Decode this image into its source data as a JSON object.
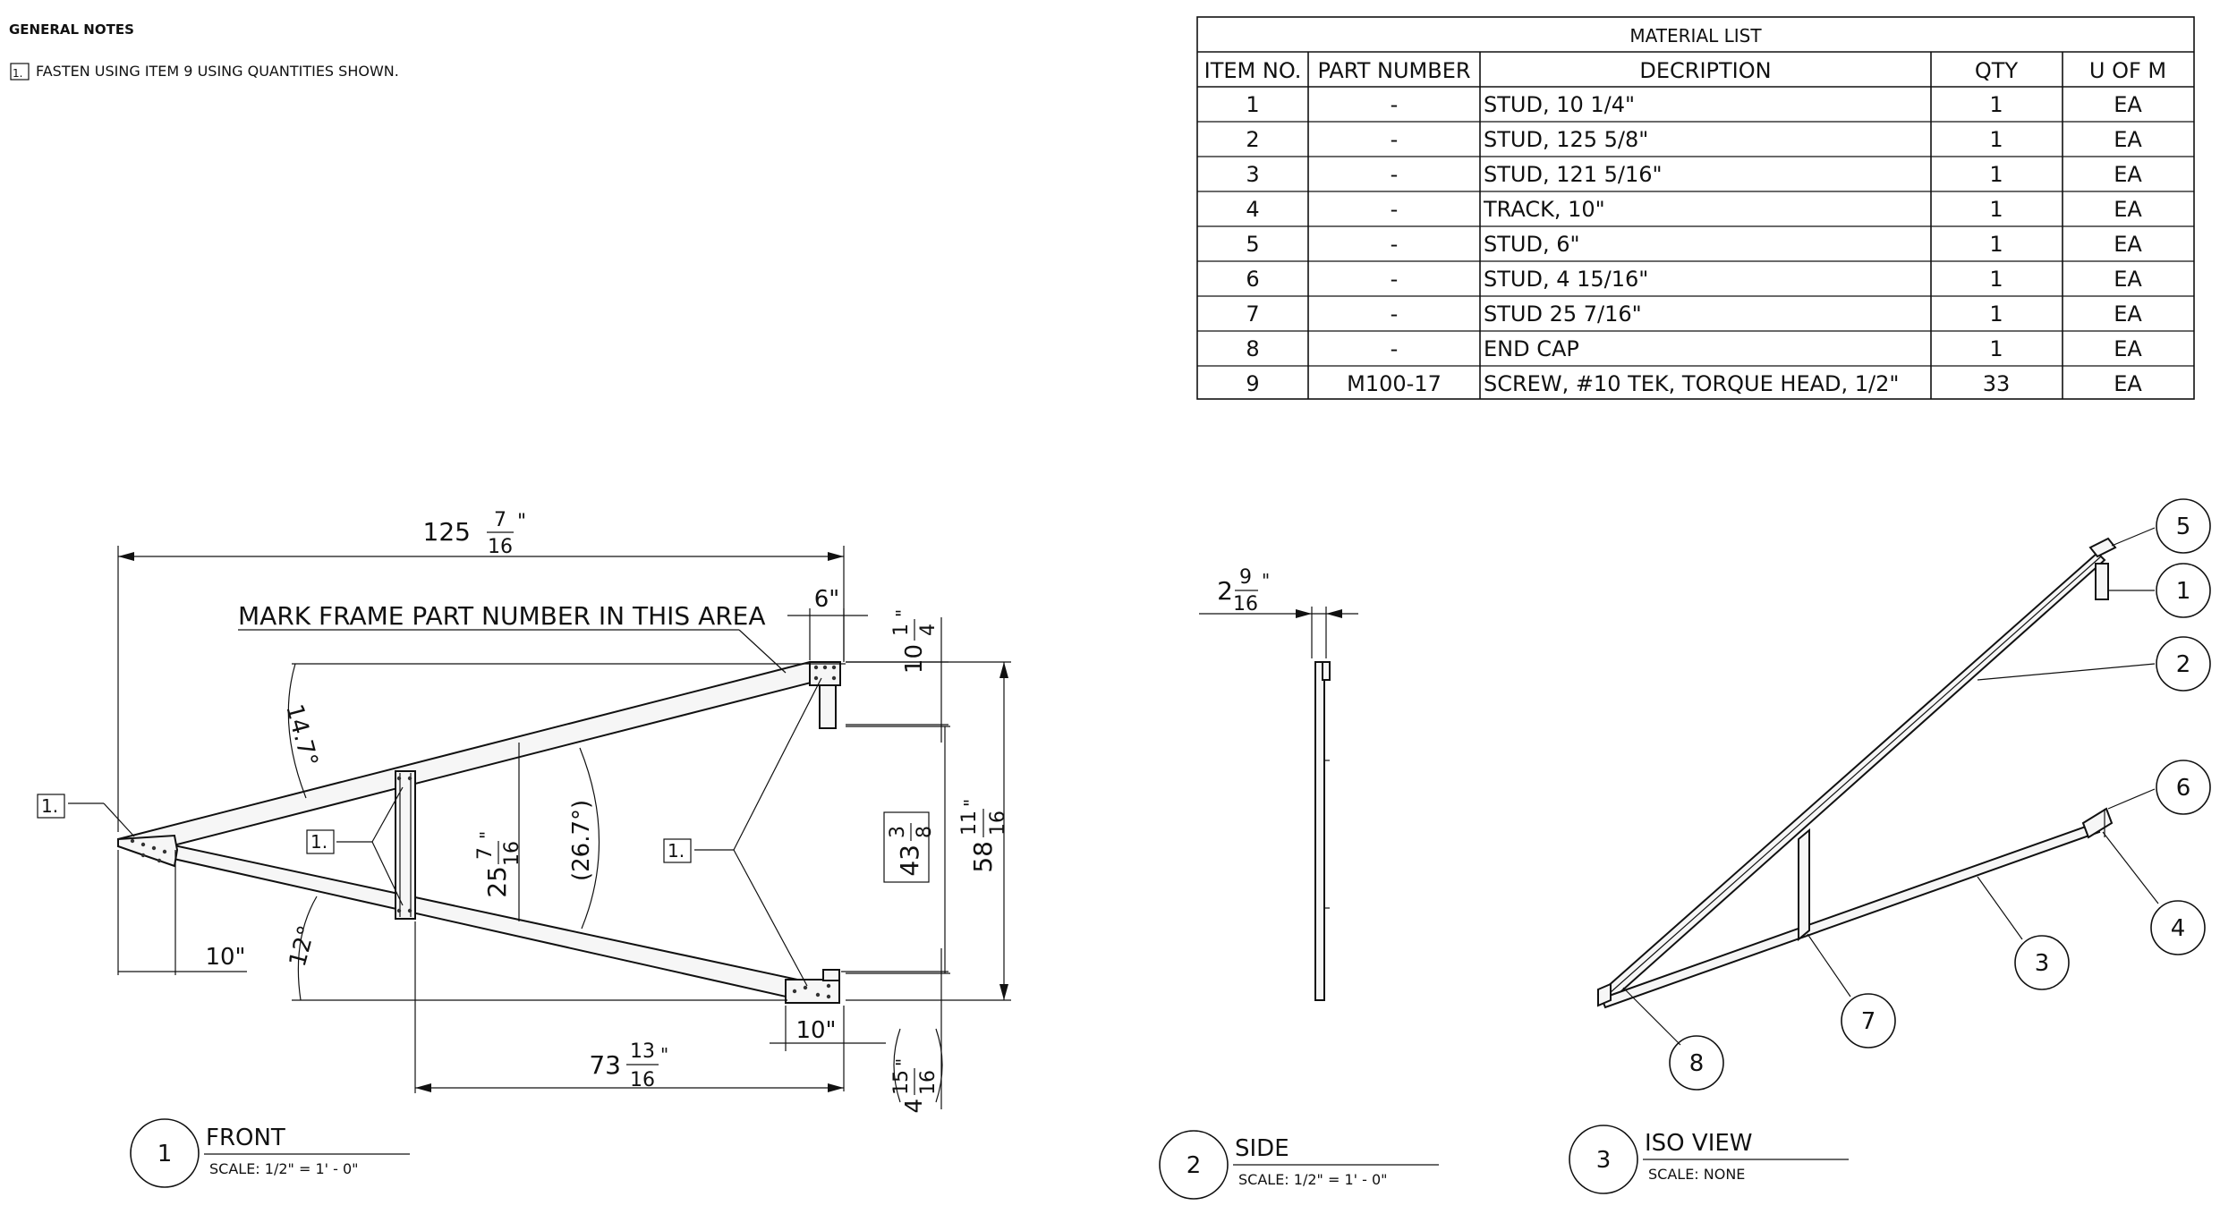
{
  "notes": {
    "title": "GENERAL NOTES",
    "items": [
      {
        "tag": "1.",
        "text": "FASTEN USING ITEM 9 USING QUANTITIES SHOWN."
      }
    ]
  },
  "material_list": {
    "title": "MATERIAL LIST",
    "headers": [
      "ITEM NO.",
      "PART NUMBER",
      "DECRIPTION",
      "QTY",
      "U OF M"
    ],
    "rows": [
      [
        "1",
        "-",
        "STUD, 10 1/4\"",
        "1",
        "EA"
      ],
      [
        "2",
        "-",
        "STUD, 125 5/8\"",
        "1",
        "EA"
      ],
      [
        "3",
        "-",
        "STUD, 121 5/16\"",
        "1",
        "EA"
      ],
      [
        "4",
        "-",
        "TRACK, 10\"",
        "1",
        "EA"
      ],
      [
        "5",
        "-",
        "STUD, 6\"",
        "1",
        "EA"
      ],
      [
        "6",
        "-",
        "STUD, 4 15/16\"",
        "1",
        "EA"
      ],
      [
        "7",
        "-",
        "STUD 25 7/16\"",
        "1",
        "EA"
      ],
      [
        "8",
        "-",
        "END CAP",
        "1",
        "EA"
      ],
      [
        "9",
        "M100-17",
        "SCREW, #10 TEK, TORQUE HEAD, 1/2\"",
        "33",
        "EA"
      ]
    ]
  },
  "front_view": {
    "mark_note": "MARK FRAME PART NUMBER IN THIS AREA",
    "note_tag": "1.",
    "dims": {
      "overall_whole": "125",
      "overall_num": "7",
      "overall_den": "16",
      "top_width": "6\"",
      "top_post_whole": "10",
      "top_post_num": "1",
      "top_post_den": "4",
      "angle_upper": "14.7°",
      "angle_middle": "(26.7°)",
      "angle_lower": "12°",
      "brace_whole": "25",
      "brace_num": "7",
      "brace_den": "16",
      "inner_whole": "43",
      "inner_num": "3",
      "inner_den": "8",
      "outer_whole": "58",
      "outer_num": "11",
      "outer_den": "16",
      "left_offset": "10\"",
      "bottom_track": "10\"",
      "bottom_whole": "73",
      "bottom_num": "13",
      "bottom_den": "16",
      "bottom_post_whole": "4",
      "bottom_post_num": "15",
      "bottom_post_den": "16"
    },
    "label": {
      "number": "1",
      "name": "FRONT",
      "scale": "SCALE: 1/2\" = 1' - 0\""
    }
  },
  "side_view": {
    "dim_whole": "2",
    "dim_num": "9",
    "dim_den": "16",
    "label": {
      "number": "2",
      "name": "SIDE",
      "scale": "SCALE: 1/2\" = 1' - 0\""
    }
  },
  "iso_view": {
    "balloons": [
      "1",
      "2",
      "3",
      "4",
      "5",
      "6",
      "7",
      "8"
    ],
    "label": {
      "number": "3",
      "name": "ISO VIEW",
      "scale": "SCALE: NONE"
    }
  }
}
